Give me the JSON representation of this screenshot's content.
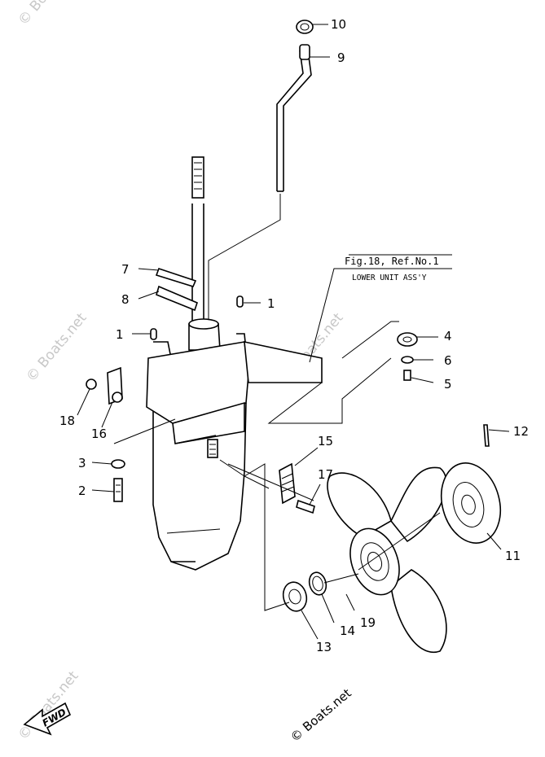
{
  "diagram": {
    "reference_title": "Fig.18, Ref.No.1",
    "reference_subtitle": "LOWER UNIT ASS'Y",
    "direction_arrow_label": "FWD",
    "watermark_text": "© Boats.net",
    "line_color": "#000000",
    "watermark_color": "#c8c8c8",
    "callouts": {
      "c10": "10",
      "c9": "9",
      "c7": "7",
      "c8": "8",
      "c1a": "1",
      "c1b": "1",
      "c4": "4",
      "c6": "6",
      "c5": "5",
      "c18": "18",
      "c16": "16",
      "c3": "3",
      "c2": "2",
      "c15": "15",
      "c17": "17",
      "c12": "12",
      "c11": "11",
      "c19": "19",
      "c14": "14",
      "c13": "13"
    }
  }
}
